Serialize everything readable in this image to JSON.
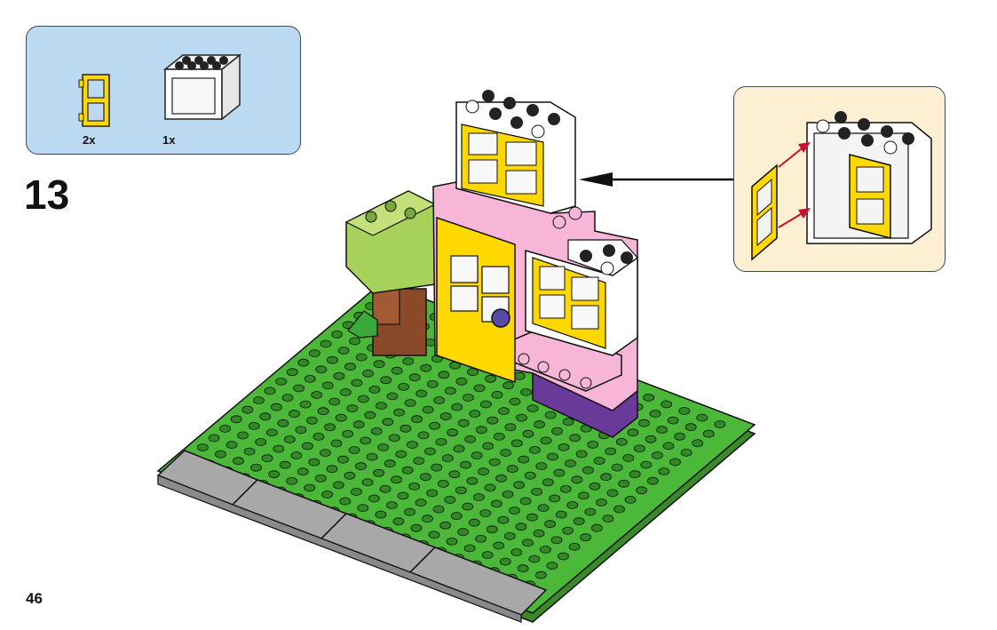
{
  "parts": {
    "door_qty": "2x",
    "frame_qty": "1x"
  },
  "step": {
    "number": "13"
  },
  "page": {
    "number": "46"
  },
  "colors": {
    "parts_bg": "#bcd9f2",
    "callout_bg": "#fcefd2",
    "yellow": "#ffd800",
    "pink": "#f7b6d8",
    "green": "#4cb83a",
    "lime": "#a6d15a",
    "brown": "#8a4a2a",
    "purple": "#6a3a9a",
    "grey": "#a8a8a8"
  },
  "icons": [
    "yellow-window-door-piece",
    "white-window-frame-piece",
    "brick-house-model",
    "assembly-arrow"
  ]
}
